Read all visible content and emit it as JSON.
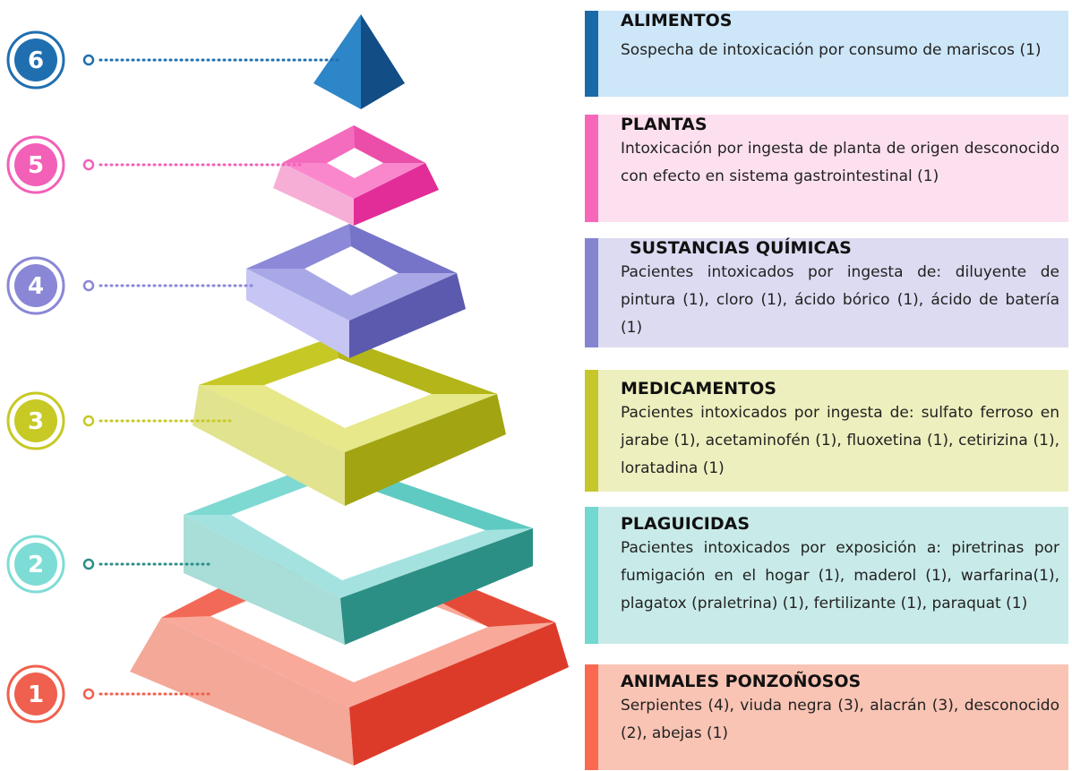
{
  "levels": [
    {
      "number": "1",
      "title": "ANIMALES PONZOÑOSOS",
      "text": "Serpientes (4), viuda negra (3), alacrán (3), desconocido (2), abejas (1)",
      "color": "#f0604e",
      "panel_bg": "#f9c4b4",
      "accent": "#fb6950"
    },
    {
      "number": "2",
      "title": "PLAGUICIDAS",
      "text": "Pacientes intoxicados por exposición a: piretrinas por fumigación en el hogar (1), maderol (1), warfarina(1), plagatox (praletrina) (1), fertilizante (1), paraquat (1)",
      "color": "#7edcd6",
      "panel_bg": "#c8ebe9",
      "accent": "#72d8d0"
    },
    {
      "number": "3",
      "title": "MEDICAMENTOS",
      "text": "Pacientes intoxicados por ingesta de: sulfato ferroso en jarabe (1), acetaminofén (1), fluoxetina (1), cetirizina (1), loratadina (1)",
      "color": "#c7c924",
      "panel_bg": "#eeefbe",
      "accent": "#c5c72a"
    },
    {
      "number": "4",
      "title": "SUSTANCIAS QUÍMICAS",
      "text": "Pacientes intoxicados por ingesta de: diluyente de pintura (1), cloro (1), ácido bórico (1), ácido de batería (1)",
      "color": "#8a87d6",
      "panel_bg": "#dcdbf1",
      "accent": "#8584d1"
    },
    {
      "number": "5",
      "title": "PLANTAS",
      "text": "Intoxicación por ingesta de planta de origen desconocido con efecto en sistema gastrointestinal (1)",
      "color": "#f260b8",
      "panel_bg": "#fde0ef",
      "accent": "#f767b9"
    },
    {
      "number": "6",
      "title": "ALIMENTOS",
      "text": "Sospecha de intoxicación por consumo de mariscos (1)",
      "color": "#1f6fb0",
      "panel_bg": "#cde6f8",
      "accent": "#1a6aa7"
    }
  ]
}
